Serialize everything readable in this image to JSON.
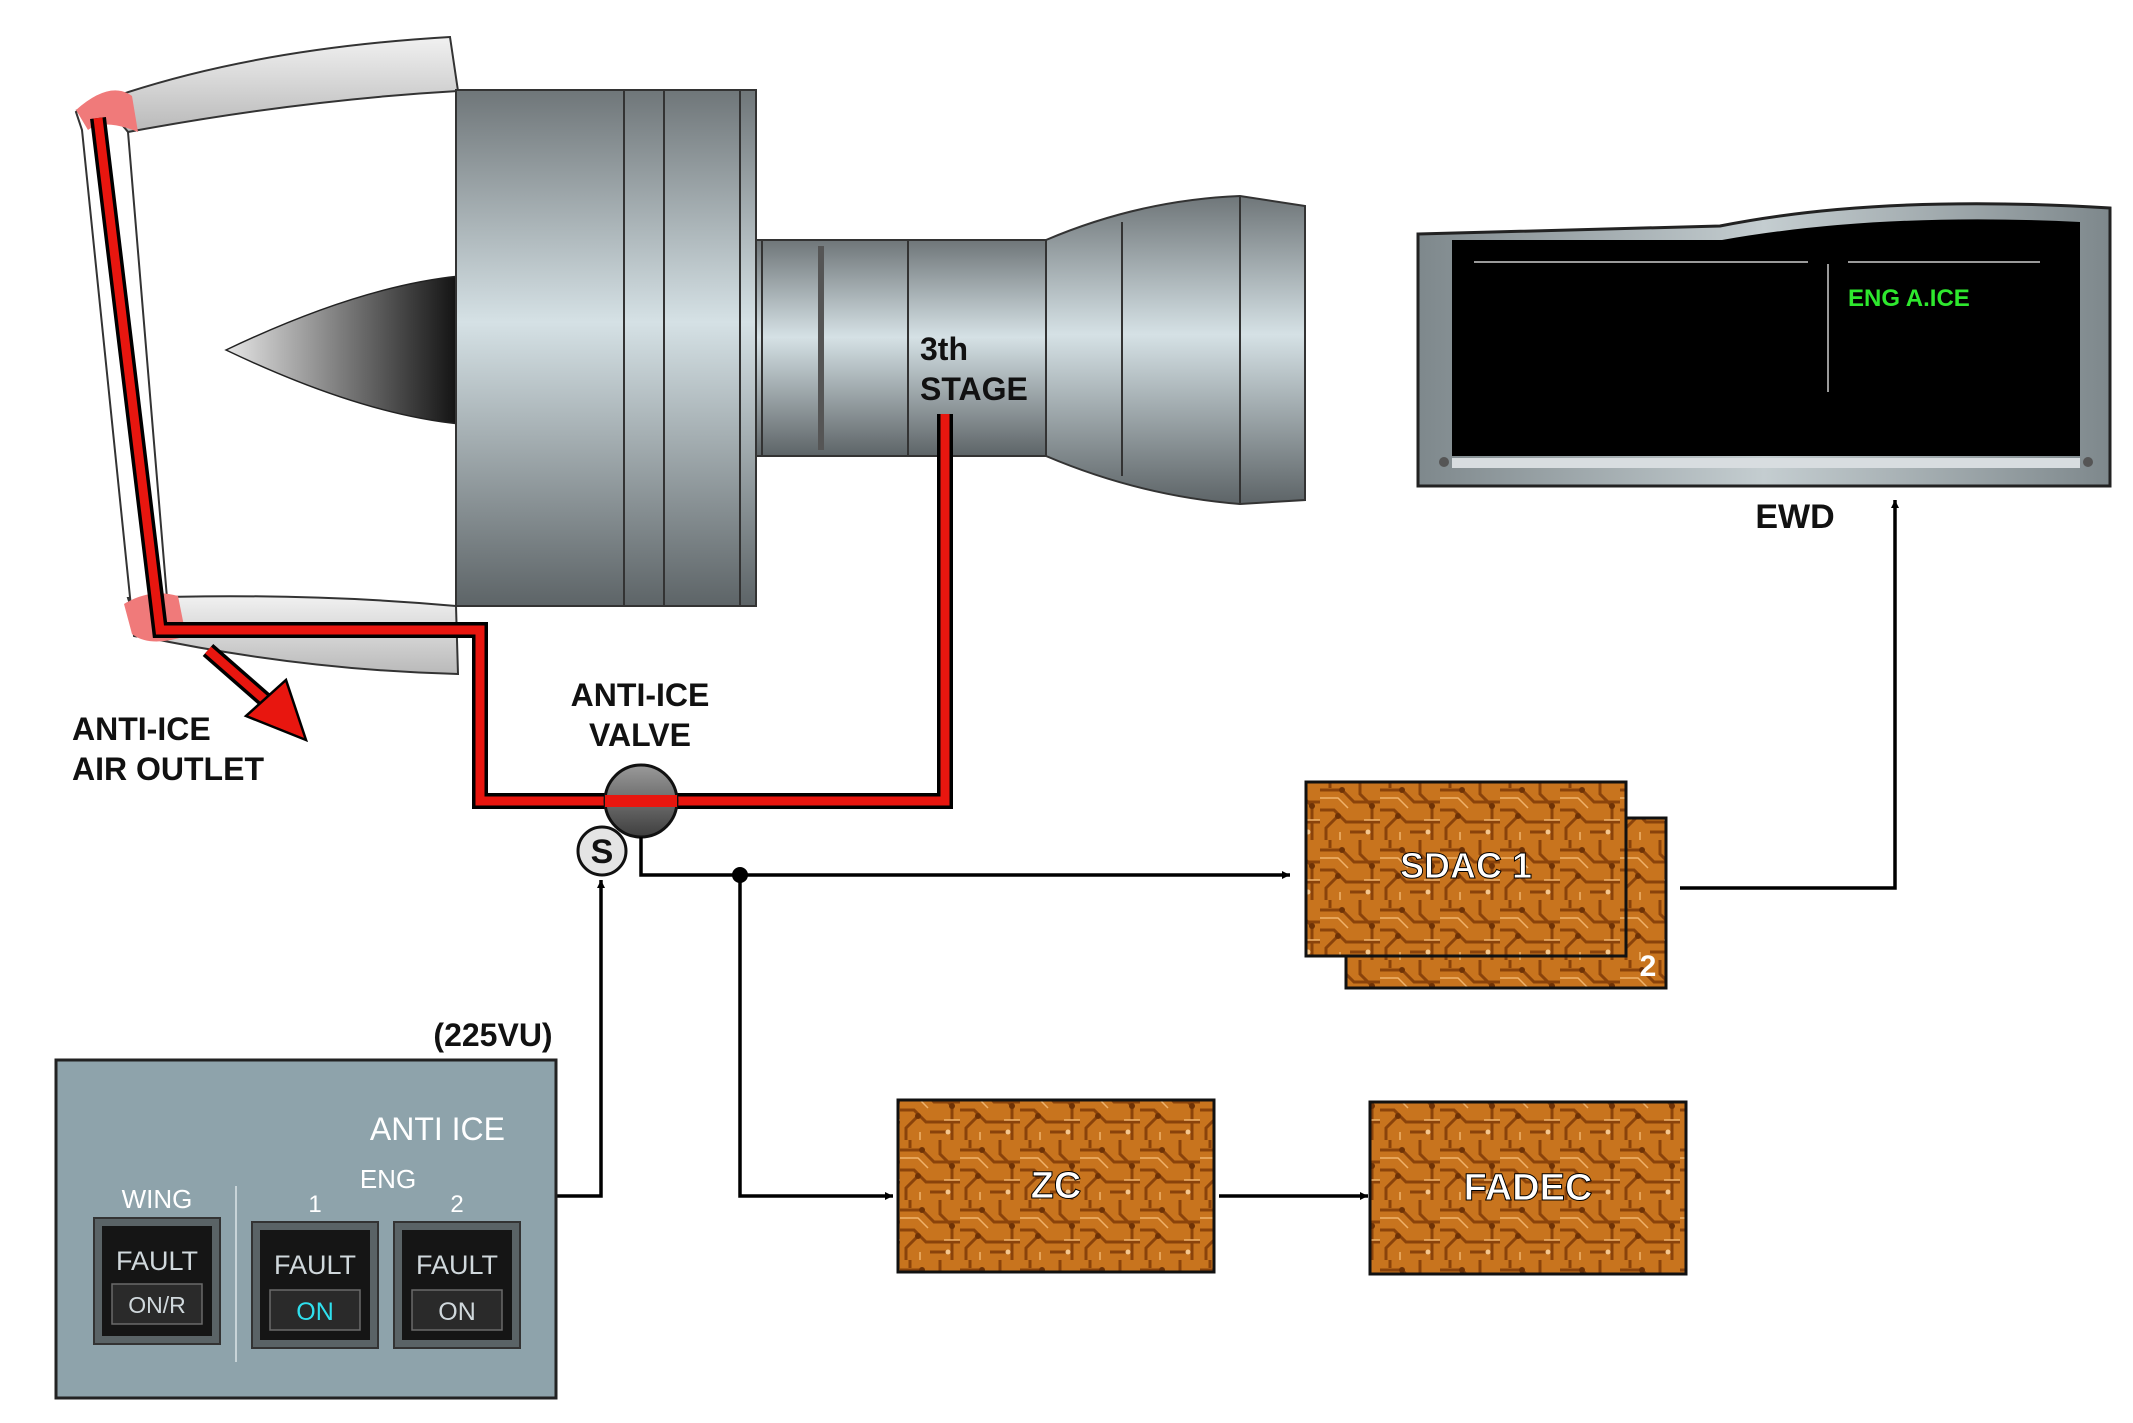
{
  "labels": {
    "stage": [
      "3th",
      "STAGE"
    ],
    "outlet": [
      "ANTI-ICE",
      "AIR OUTLET"
    ],
    "valve": [
      "ANTI-ICE",
      "VALVE"
    ],
    "solenoid": "S",
    "ewd": "EWD",
    "vu": "(225VU)"
  },
  "ewd_screen": {
    "message": "ENG A.ICE",
    "message_color": "#2ee82e"
  },
  "panel": {
    "title": "ANTI ICE",
    "eng_label": "ENG",
    "buttons": [
      {
        "label": "WING",
        "fault": "FAULT",
        "state": "ON/R",
        "lit": false
      },
      {
        "label": "1",
        "fault": "FAULT",
        "state": "ON",
        "lit": true
      },
      {
        "label": "2",
        "fault": "FAULT",
        "state": "ON",
        "lit": false
      }
    ]
  },
  "computers": {
    "sdac": {
      "front": "SDAC 1",
      "back": "2"
    },
    "zc": "ZC",
    "fadec": "FADEC"
  },
  "colors": {
    "hot_air": "#e8160f",
    "circuit_board": "#c8741e",
    "panel": "#8ea3ab",
    "signal_line": "#000000"
  }
}
